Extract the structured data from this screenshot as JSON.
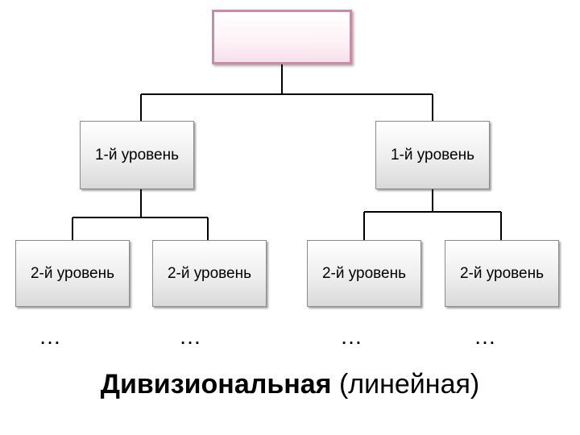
{
  "diagram": {
    "top_box": {
      "label": ""
    },
    "level1": [
      {
        "label": "1-й уровень"
      },
      {
        "label": "1-й уровень"
      }
    ],
    "level2": [
      {
        "label": "2-й уровень"
      },
      {
        "label": "2-й уровень"
      },
      {
        "label": "2-й уровень"
      },
      {
        "label": "2-й уровень"
      }
    ],
    "continuation": [
      "…",
      "…",
      "…",
      "…"
    ],
    "caption": {
      "bold": "Дивизиональная",
      "regular": "(линейная)"
    },
    "colors": {
      "top_box_border": "#c98ba6",
      "box_border": "#8a8a8a",
      "connector": "#000000"
    }
  }
}
